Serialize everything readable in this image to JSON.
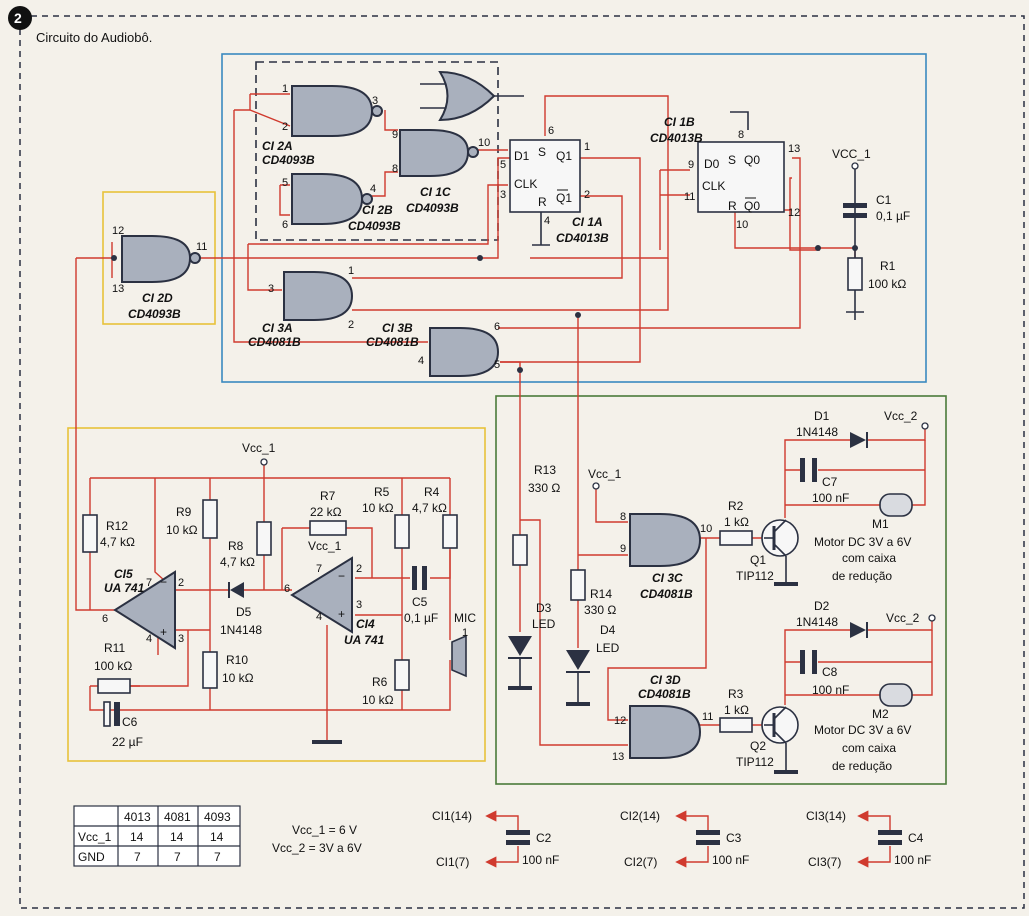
{
  "figure": {
    "number": "2",
    "title": "Circuito do Audiobô."
  },
  "gates": {
    "ci2a": {
      "name": "CI 2A",
      "part": "CD4093B",
      "pins": [
        "1",
        "2",
        "3"
      ]
    },
    "ci2b": {
      "name": "CI 2B",
      "part": "CD4093B",
      "pins": [
        "5",
        "6",
        "4"
      ]
    },
    "ci1c": {
      "name": "CI 1C",
      "part": "CD4093B",
      "pins": [
        "9",
        "8",
        "10"
      ]
    },
    "ci2d": {
      "name": "CI 2D",
      "part": "CD4093B",
      "pins": [
        "12",
        "13",
        "11"
      ]
    },
    "ci3a": {
      "name": "CI 3A",
      "part": "CD4081B",
      "pins": [
        "1",
        "2",
        "3"
      ]
    },
    "ci3b": {
      "name": "CI 3B",
      "part": "CD4081B",
      "pins": [
        "6",
        "5",
        "4"
      ]
    },
    "ci3c": {
      "name": "CI 3C",
      "part": "CD4081B",
      "pins": [
        "8",
        "9",
        "10"
      ]
    },
    "ci3d": {
      "name": "CI 3D",
      "part": "CD4081B",
      "pins": [
        "12",
        "13",
        "11"
      ]
    }
  },
  "flipflops": {
    "ci1a": {
      "name": "CI 1A",
      "part": "CD4013B",
      "d": "D1",
      "s": "S",
      "q": "Q1",
      "clk": "CLK",
      "r": "R",
      "qn": "Q1",
      "pins": [
        "6",
        "1",
        "5",
        "3",
        "2",
        "4"
      ]
    },
    "ci1b": {
      "name": "CI 1B",
      "part": "CD4013B",
      "d": "D0",
      "s": "S",
      "q": "Q0",
      "clk": "CLK",
      "r": "R",
      "qn": "Q0",
      "pins": [
        "8",
        "13",
        "9",
        "11",
        "12",
        "10"
      ]
    }
  },
  "opamps": {
    "ci5": {
      "name": "CI5",
      "part": "UA 741",
      "pins": [
        "7",
        "2",
        "3",
        "6",
        "4"
      ]
    },
    "ci4": {
      "name": "CI4",
      "part": "UA 741",
      "pins": [
        "7",
        "2",
        "3",
        "6",
        "4"
      ]
    }
  },
  "components": {
    "vcc1_top": "VCC_1",
    "c1": {
      "name": "C1",
      "value": "0,1 µF"
    },
    "r1": {
      "name": "R1",
      "value": "100 kΩ"
    },
    "vcc1_amp": "Vcc_1",
    "vcc1_op": "Vcc_1",
    "r12": {
      "name": "R12",
      "value": "4,7 kΩ"
    },
    "r9": {
      "name": "R9",
      "value": "10 kΩ"
    },
    "r8": {
      "name": "R8",
      "value": "4,7 kΩ"
    },
    "r7": {
      "name": "R7",
      "value": "22 kΩ"
    },
    "r5": {
      "name": "R5",
      "value": "10 kΩ"
    },
    "r4": {
      "name": "R4",
      "value": "4,7 kΩ"
    },
    "c5": {
      "name": "C5",
      "value": "0,1 µF"
    },
    "mic": {
      "name": "MIC",
      "pin": "1"
    },
    "d5": {
      "name": "D5",
      "part": "1N4148"
    },
    "r11": {
      "name": "R11",
      "value": "100 kΩ"
    },
    "c6": {
      "name": "C6",
      "value": "22 µF"
    },
    "r10": {
      "name": "R10",
      "value": "10 kΩ"
    },
    "r6": {
      "name": "R6",
      "value": "10 kΩ"
    },
    "r13": {
      "name": "R13",
      "value": "330 Ω"
    },
    "r14": {
      "name": "R14",
      "value": "330 Ω"
    },
    "d3": {
      "name": "D3",
      "type": "LED"
    },
    "d4": {
      "name": "D4",
      "type": "LED"
    },
    "vcc1_drv": "Vcc_1",
    "r2": {
      "name": "R2",
      "value": "1 kΩ"
    },
    "r3": {
      "name": "R3",
      "value": "1 kΩ"
    },
    "q1": {
      "name": "Q1",
      "part": "TIP112"
    },
    "q2": {
      "name": "Q2",
      "part": "TIP112"
    },
    "d1": {
      "name": "D1",
      "part": "1N4148"
    },
    "d2": {
      "name": "D2",
      "part": "1N4148"
    },
    "vcc2a": "Vcc_2",
    "vcc2b": "Vcc_2",
    "c7": {
      "name": "C7",
      "value": "100 nF"
    },
    "c8": {
      "name": "C8",
      "value": "100 nF"
    },
    "m1": {
      "name": "M1",
      "desc": [
        "Motor DC 3V a 6V",
        "com caixa",
        "de redução"
      ]
    },
    "m2": {
      "name": "M2",
      "desc": [
        "Motor DC 3V a 6V",
        "com caixa",
        "de redução"
      ]
    }
  },
  "table": {
    "headers": [
      "",
      "4013",
      "4081",
      "4093"
    ],
    "rows": [
      [
        "Vcc_1",
        "14",
        "14",
        "14"
      ],
      [
        "GND",
        "7",
        "7",
        "7"
      ]
    ]
  },
  "notes": [
    "Vcc_1 = 6 V",
    "Vcc_2 = 3V a 6V"
  ],
  "decoupling": [
    {
      "top": "CI1(14)",
      "bottom": "CI1(7)",
      "cap": "C2",
      "value": "100 nF"
    },
    {
      "top": "CI2(14)",
      "bottom": "CI2(7)",
      "cap": "C3",
      "value": "100 nF"
    },
    {
      "top": "CI3(14)",
      "bottom": "CI3(7)",
      "cap": "C4",
      "value": "100 nF"
    }
  ],
  "colors": {
    "wire": "#d03a2e",
    "ink": "#2b3142",
    "gate_fill": "#a9b0bd",
    "frame_blue": "#3a8ac0",
    "frame_yellow": "#e8c23a",
    "frame_green": "#4a7a3a"
  }
}
